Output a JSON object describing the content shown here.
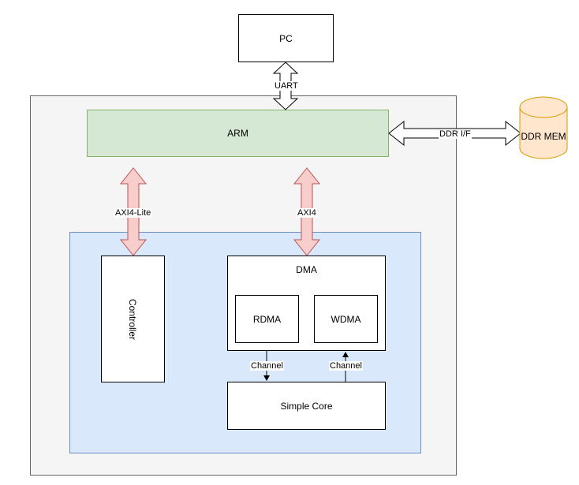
{
  "nodes": {
    "pc": "PC",
    "arm": "ARM",
    "ddr_mem": "DDR MEM",
    "controller": "Controller",
    "dma": "DMA",
    "rdma": "RDMA",
    "wdma": "WDMA",
    "simple_core": "Simple Core"
  },
  "edges": {
    "uart": "UART",
    "ddr_if": "DDR I/F",
    "axi4_lite": "AXI4-Lite",
    "axi4": "AXI4",
    "channel_down": "Channel",
    "channel_up": "Channel"
  },
  "colors": {
    "system_fill": "#f5f5f5",
    "system_stroke": "#666666",
    "arm_fill": "#d5e8d4",
    "arm_stroke": "#82b366",
    "accel_fill": "#dae8fc",
    "accel_stroke": "#6c8ebf",
    "ddr_fill": "#ffe6cc",
    "ddr_stroke": "#d79b00",
    "bus_arrow_fill": "#f8cecc",
    "bus_arrow_stroke": "#b85450"
  }
}
